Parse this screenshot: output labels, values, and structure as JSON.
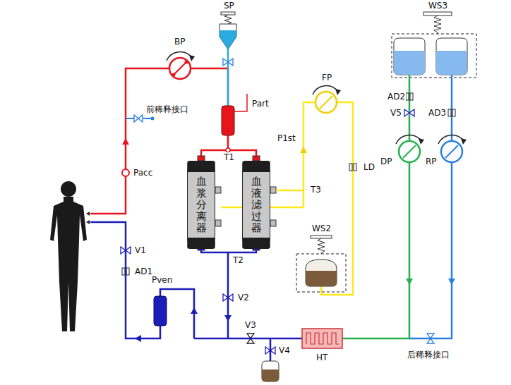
{
  "diagram": {
    "nodes": [
      {
        "text": [
          "血浆分离器"
        ]
      },
      {
        "text": [
          "血液滤过器"
        ]
      }
    ],
    "edges": [
      {
        "from": 0,
        "to": 1,
        "arrow": "none"
      },
      {
        "from": 0,
        "to": 1,
        "arrow": "none"
      }
    ],
    "labels": [
      "SP",
      "BP",
      "前稀释接口",
      "Part",
      "T1",
      "FP",
      "P1st",
      "T3",
      "LD",
      "WS3",
      "AD2",
      "V5",
      "AD3",
      "DP",
      "RP",
      "Pacc",
      "V1",
      "AD1",
      "WS2",
      "Pven",
      "T2",
      "V2",
      "V3",
      "V4",
      "HT",
      "后稀释接口"
    ]
  }
}
